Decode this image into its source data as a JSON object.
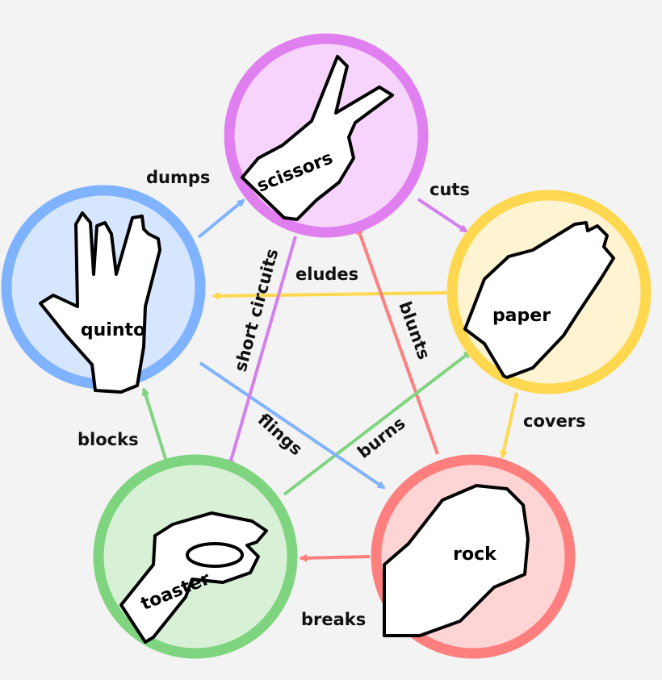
{
  "nodes": {
    "scissors": {
      "label": "scissors",
      "ring": "#e07ff0",
      "fill": "#f7d4fb"
    },
    "paper": {
      "label": "paper",
      "ring": "#ffd84f",
      "fill": "#fff4d1"
    },
    "rock": {
      "label": "rock",
      "ring": "#ff7f7f",
      "fill": "#ffd4d4"
    },
    "toaster": {
      "label": "toaster",
      "ring": "#7fd47f",
      "fill": "#d8f1d6"
    },
    "quinto": {
      "label": "quinto",
      "ring": "#7fb2ff",
      "fill": "#d7e6ff"
    }
  },
  "edges": {
    "cuts": "cuts",
    "covers": "covers",
    "breaks": "breaks",
    "blocks": "blocks",
    "dumps": "dumps",
    "eludes": "eludes",
    "blunts": "blunts",
    "burns": "burns",
    "flings": "flings",
    "short_circuits": "short circuits"
  }
}
